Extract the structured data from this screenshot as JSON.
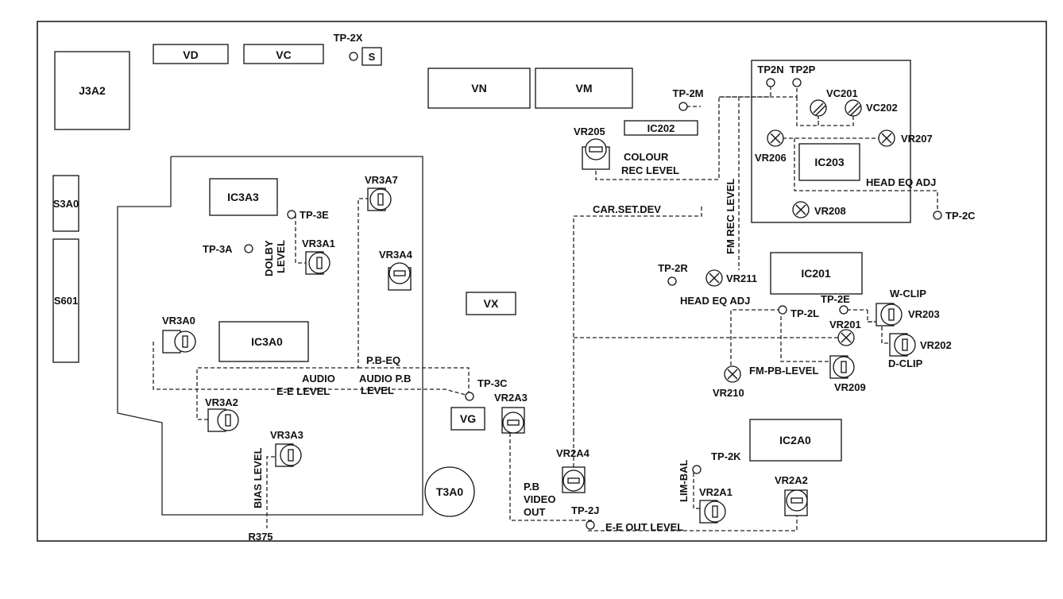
{
  "blocks": {
    "vd": "VD",
    "vc": "VC",
    "s": "S",
    "j3a2": "J3A2",
    "vn": "VN",
    "vm": "VM",
    "s3a0": "S3A0",
    "s601": "S601",
    "ic3a3": "IC3A3",
    "ic3a0": "IC3A0",
    "vx": "VX",
    "vg": "VG",
    "t3a0": "T3A0",
    "ic202": "IC202",
    "ic203": "IC203",
    "ic201": "IC201",
    "ic2a0": "IC2A0"
  },
  "test_points": {
    "tp2x": "TP-2X",
    "tp2n": "TP2N",
    "tp2p": "TP2P",
    "tp2m": "TP-2M",
    "tp2c": "TP-2C",
    "tp3e": "TP-3E",
    "tp3a": "TP-3A",
    "tp2r": "TP-2R",
    "tp2e": "TP-2E",
    "tp2l": "TP-2L",
    "tp3c": "TP-3C",
    "tp2k": "TP-2K",
    "tp2j": "TP-2J",
    "r375": "R375"
  },
  "pots": {
    "vc201": "VC201",
    "vc202": "VC202",
    "vr205": "VR205",
    "vr206": "VR206",
    "vr207": "VR207",
    "vr208": "VR208",
    "vr3a7": "VR3A7",
    "vr3a1": "VR3A1",
    "vr3a4": "VR3A4",
    "vr211": "VR211",
    "vr203": "VR203",
    "vr201": "VR201",
    "vr202": "VR202",
    "vr3a0": "VR3A0",
    "vr210": "VR210",
    "vr209": "VR209",
    "vr3a2": "VR3A2",
    "vr2a3": "VR2A3",
    "vr3a3": "VR3A3",
    "vr2a4": "VR2A4",
    "vr2a1": "VR2A1",
    "vr2a2": "VR2A2"
  },
  "adjustments": {
    "colour": "COLOUR",
    "rec_level": "REC LEVEL",
    "fm_rec_level": "FM REC LEVEL",
    "head_eq_adj_1": "HEAD EQ ADJ",
    "head_eq_adj_2": "HEAD EQ ADJ",
    "car_set_dev": "CAR.SET.DEV",
    "dolby": "DOLBY",
    "level": "LEVEL",
    "w_clip": "W-CLIP",
    "d_clip": "D-CLIP",
    "fm_pb_level": "FM-PB-LEVEL",
    "pb_eq": "P.B-EQ",
    "audio": "AUDIO",
    "ee_level": "E-E LEVEL",
    "audio_pb": "AUDIO P.B",
    "pb_level": "LEVEL",
    "bias_level": "BIAS LEVEL",
    "pb_short": "P.B",
    "video": "VIDEO",
    "out": "OUT",
    "lim_bal": "LIM-BAL",
    "ee_out_level": "E-E OUT LEVEL"
  }
}
